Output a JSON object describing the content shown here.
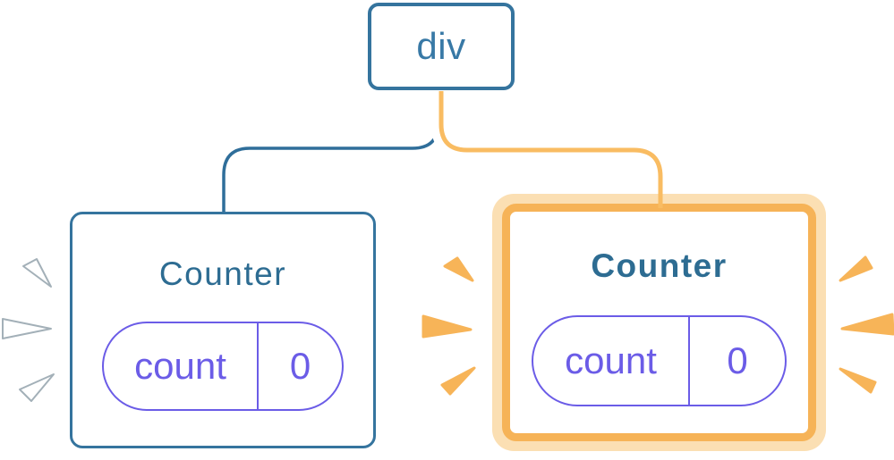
{
  "diagram": {
    "root_node": {
      "label": "div"
    },
    "left_counter": {
      "title": "Counter",
      "state_key": "count",
      "state_value": "0"
    },
    "right_counter": {
      "title": "Counter",
      "state_key": "count",
      "state_value": "0"
    },
    "icons": {
      "left_flash": "white-flash-icon",
      "middle_flash": "orange-flash-icon",
      "right_flash": "orange-flash-icon"
    },
    "colors": {
      "blue_border": "#35749E",
      "blue_text": "#3879A6",
      "teal_title": "#2D6C92",
      "purple_state": "#6B5CE7",
      "orange_line": "#F9BC62",
      "orange_card_border": "#F6B357",
      "orange_card_ring": "#FBDFB3",
      "orange_flash": "#F7B458"
    }
  }
}
